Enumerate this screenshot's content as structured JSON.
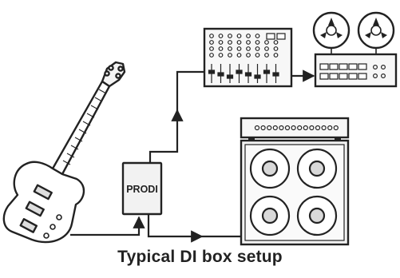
{
  "caption": "Typical DI box setup",
  "di_box": {
    "label": "PRODI"
  },
  "colors": {
    "ink": "#222222",
    "fill": "#f2f2f2",
    "cone": "#d9d9d9",
    "background": "#ffffff"
  },
  "devices": [
    "bass-guitar",
    "di-box",
    "mixing-console",
    "reel-to-reel-tape-recorder",
    "guitar-amp-head",
    "speaker-cabinet-4x12"
  ]
}
